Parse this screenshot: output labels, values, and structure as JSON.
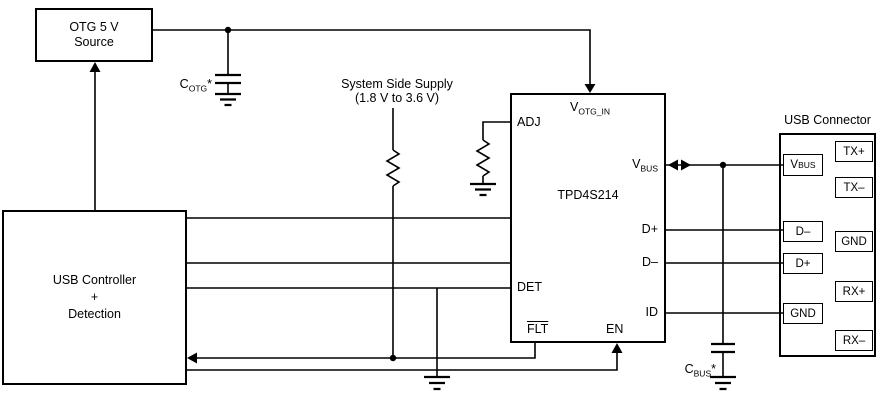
{
  "otg_source": {
    "line1": "OTG 5 V",
    "line2": "Source"
  },
  "controller": {
    "line1": "USB Controller",
    "line2": "+",
    "line3": "Detection"
  },
  "supply": {
    "line1": "System Side Supply",
    "line2": "(1.8 V to 3.6 V)"
  },
  "ic": {
    "name": "TPD4S214",
    "pins": {
      "adj": "ADJ",
      "votg_base": "V",
      "votg_sub": "OTG_IN",
      "vbus_base": "V",
      "vbus_sub": "BUS",
      "dplus": "D+",
      "dminus": "D–",
      "det": "DET",
      "flt": "FLT",
      "en": "EN",
      "id": "ID"
    }
  },
  "capacitors": {
    "cotg_base": "C",
    "cotg_sub": "OTG",
    "cotg_star": "*",
    "cbus_base": "C",
    "cbus_sub": "BUS",
    "cbus_star": "*"
  },
  "connector": {
    "title": "USB Connector",
    "vbus_base": "V",
    "vbus_sub": "BUS",
    "dminus": "D–",
    "dplus": "D+",
    "gnd_left": "GND",
    "txp": "TX+",
    "txm": "TX–",
    "gnd_right": "GND",
    "rxp": "RX+",
    "rxm": "RX–"
  },
  "colors": {
    "wire": "#000000",
    "background": "#ffffff"
  }
}
